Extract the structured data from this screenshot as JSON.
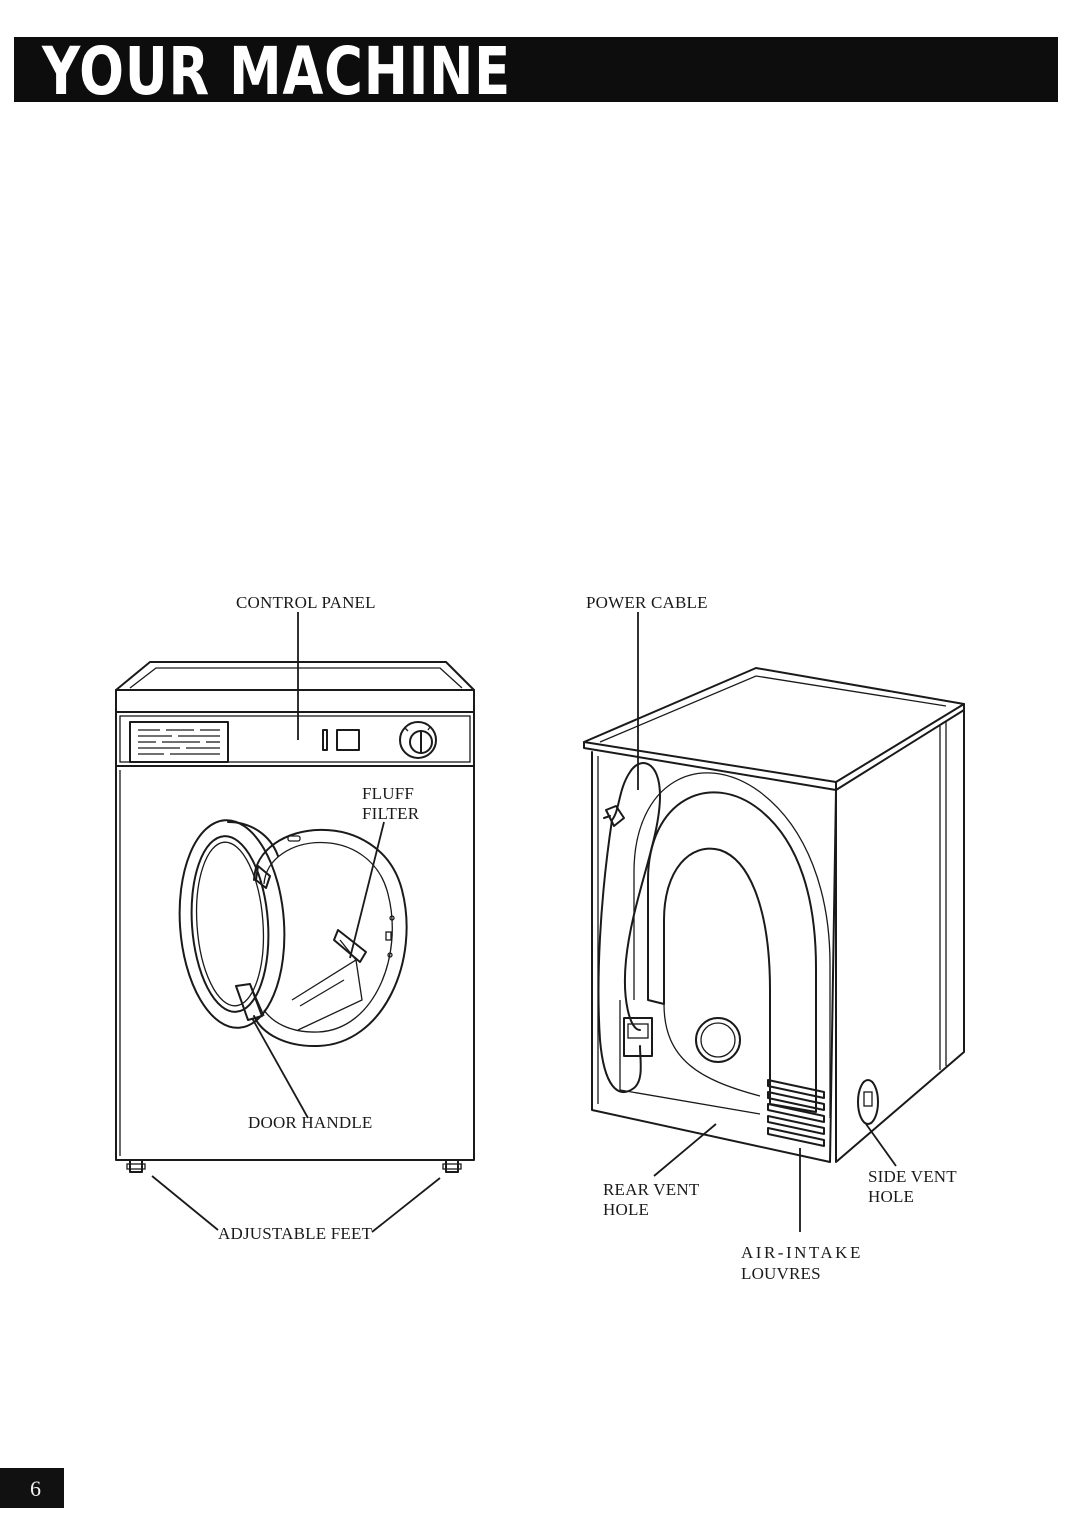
{
  "header": {
    "title": "YOUR MACHINE"
  },
  "labels": {
    "control_panel": "CONTROL PANEL",
    "fluff_filter_line1": "FLUFF",
    "fluff_filter_line2": "FILTER",
    "door_handle": "DOOR HANDLE",
    "adjustable_feet": "ADJUSTABLE FEET",
    "power_cable": "POWER CABLE",
    "rear_vent_line1": "REAR VENT",
    "rear_vent_line2": "HOLE",
    "side_vent_line1": "SIDE VENT",
    "side_vent_line2": "HOLE",
    "air_intake_line1": "AIR-INTAKE",
    "air_intake_line2": "LOUVRES"
  },
  "footer": {
    "page_number": "6"
  }
}
